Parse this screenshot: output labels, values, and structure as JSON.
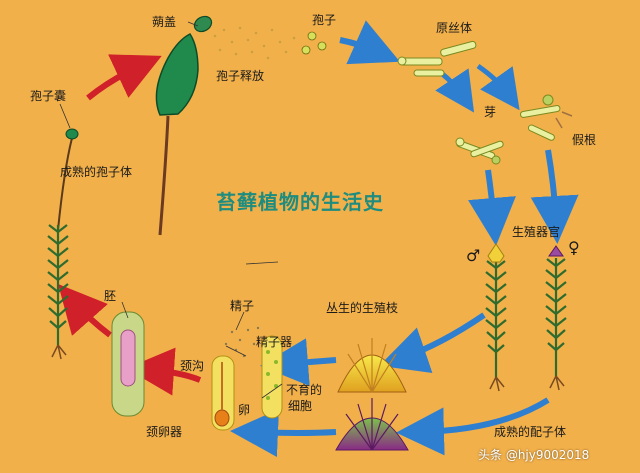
{
  "diagram": {
    "title": "苔藓植物的生活史",
    "labels": {
      "capsule_lid": "蒴盖",
      "spore_release": "孢子释放",
      "spore": "孢子",
      "protonema": "原丝体",
      "bud": "芽",
      "rhizoid": "假根",
      "sporangium": "孢子囊",
      "mature_sporophyte": "成熟的孢子体",
      "reproductive_organ": "生殖器官",
      "embryo": "胚",
      "sperm": "精子",
      "antheridium": "精子器",
      "sterile_cell": "不育的",
      "sterile_cell_2": "细胞",
      "neck_canal": "颈沟",
      "egg": "卵",
      "archegonium": "颈卵器",
      "clustered_branch": "丛生的生殖枝",
      "mature_gametophyte": "成熟的配子体",
      "male_symbol": "♂",
      "female_symbol": "♀"
    },
    "watermark": "头条 @hjy9002018"
  },
  "colors": {
    "background": "#F2B04A",
    "title": "#1E8C7E",
    "arrow_red": "#D0202A",
    "arrow_blue": "#2F7FD0",
    "moss_green": "#2E6B2E",
    "spore_yellow": "#D7E05A"
  }
}
